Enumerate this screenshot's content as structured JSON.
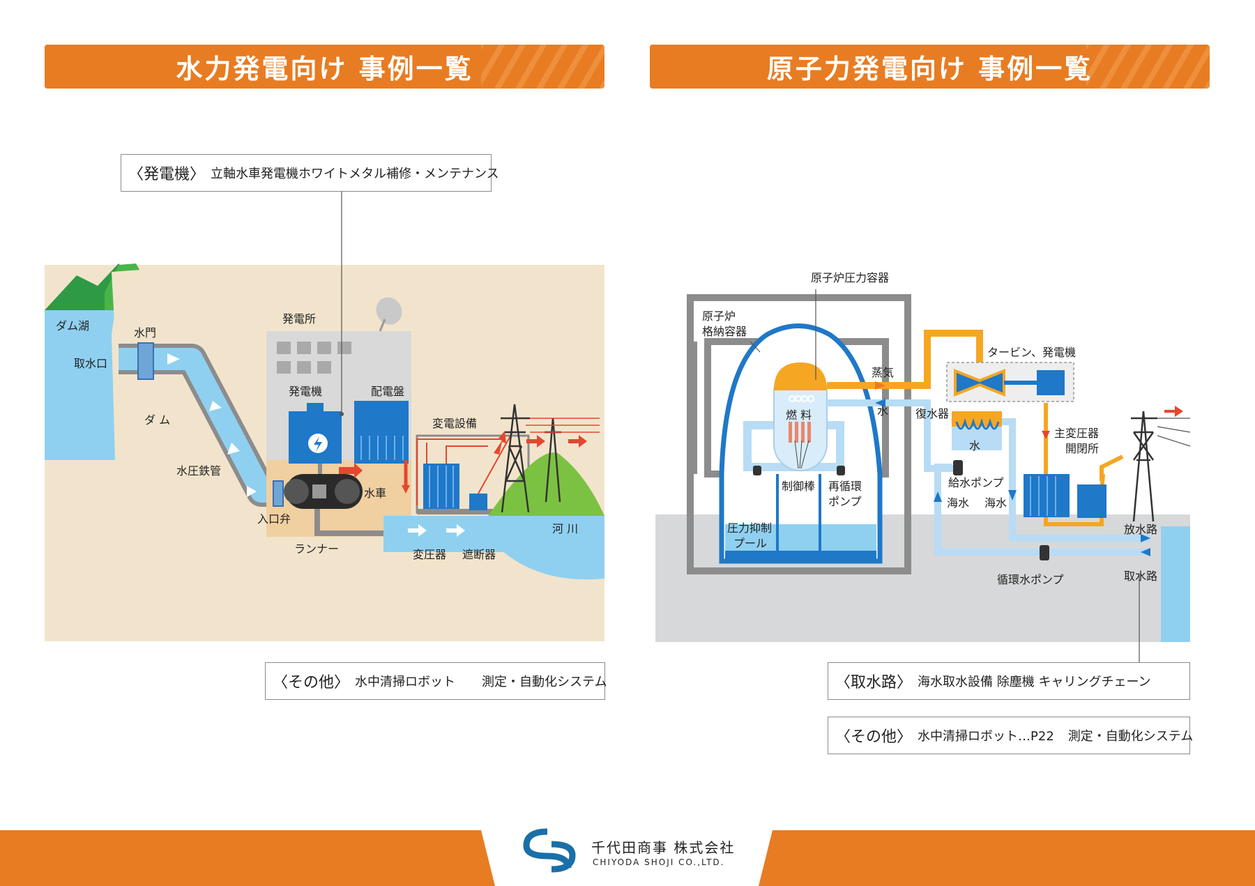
{
  "hydro": {
    "title": "水力発電向け 事例一覧",
    "generator_box": {
      "tag": "〈発電機〉",
      "text": "立軸水車発電機ホワイトメタル補修・メンテナンス"
    },
    "other_box": {
      "tag": "〈その他〉",
      "item1": "水中清掃ロボット",
      "item2": "測定・自動化システム"
    },
    "labels": {
      "dam_lake": "ダム湖",
      "water_gate": "水門",
      "intake": "取水口",
      "dam": "ダ ム",
      "penstock": "水圧鉄管",
      "inlet_valve": "入口弁",
      "runner": "ランナー",
      "turbine": "水車",
      "power_station": "発電所",
      "generator": "発電機",
      "switchboard": "配電盤",
      "substation": "変電設備",
      "transformer": "変圧器",
      "breaker": "遮断器",
      "river": "河 川"
    }
  },
  "nuclear": {
    "title": "原子力発電向け 事例一覧",
    "intake_box": {
      "tag": "〈取水路〉",
      "text": "海水取水設備 除塵機 キャリングチェーン"
    },
    "other_box": {
      "tag": "〈その他〉",
      "item1": "水中清掃ロボット…P22",
      "item2": "測定・自動化システム"
    },
    "labels": {
      "pressure_vessel": "原子炉圧力容器",
      "containment_1": "原子炉",
      "containment_2": "格納容器",
      "steam": "蒸気",
      "water": "水",
      "turbine_generator": "タービン、発電機",
      "condenser": "復水器",
      "condenser_water": "水",
      "fuel": "燃 料",
      "control_rods": "制御棒",
      "recirc_pump_1": "再循環",
      "recirc_pump_2": "ポンプ",
      "feed_pump": "給水ポンプ",
      "seawater_1": "海水",
      "seawater_2": "海水",
      "main_transformer": "主変圧器",
      "switchyard": "開閉所",
      "suppression_1": "圧力抑制",
      "suppression_2": "プール",
      "discharge": "放水路",
      "circ_pump": "循環水ポンプ",
      "intake_channel": "取水路"
    }
  },
  "footer": {
    "company_jp": "千代田商事 株式会社",
    "company_en": "CHIYODA SHOJI CO.,LTD."
  },
  "colors": {
    "orange": "#e87c22",
    "water": "#8fd0f0",
    "blue": "#1f78c8",
    "sand": "#f2e4cc",
    "gray": "#d7d8d9",
    "green": "#4ab44a"
  }
}
